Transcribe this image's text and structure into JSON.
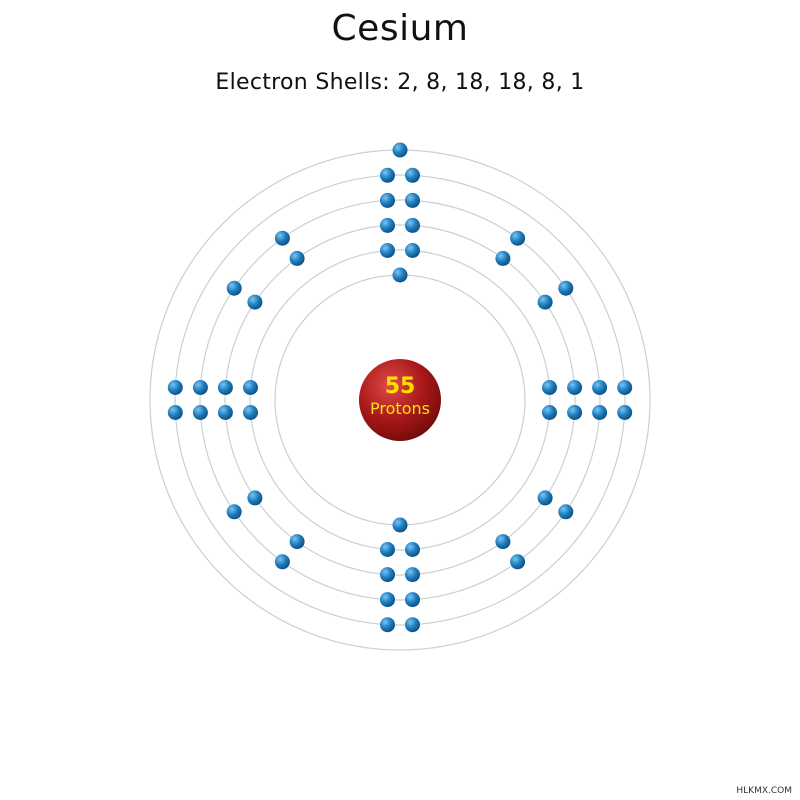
{
  "title": "Cesium",
  "subtitle": "Electron Shells: 2, 8, 18, 18, 8, 1",
  "nucleus": {
    "protons": "55",
    "label": "Protons"
  },
  "shells": [
    2,
    8,
    18,
    18,
    8,
    1
  ],
  "colors": {
    "nucleus": "#a81818",
    "nucleus_text": "#ffe000",
    "electron": "#1f7fc0",
    "orbit": "#c8d0d4"
  },
  "watermark": "HLKMX.COM"
}
